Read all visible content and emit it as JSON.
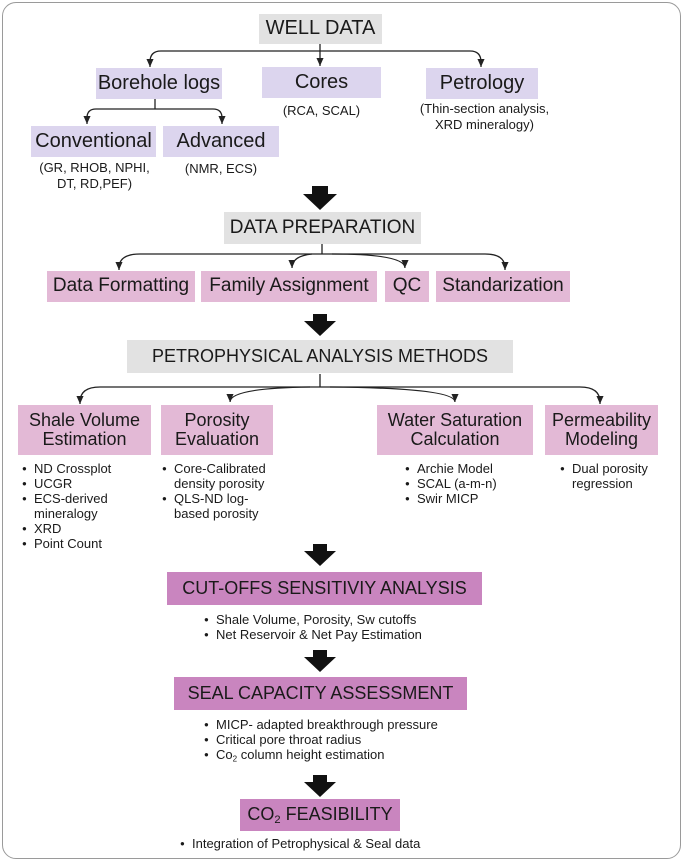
{
  "well_data": {
    "title": "WELL DATA",
    "borehole_logs": "Borehole logs",
    "cores": "Cores",
    "cores_detail": "(RCA, SCAL)",
    "petrology": "Petrology",
    "petrology_detail": [
      "(Thin-section analysis,",
      "XRD mineralogy)"
    ],
    "conventional": "Conventional",
    "conventional_detail": [
      "(GR, RHOB, NPHI,",
      "DT, RD,PEF)"
    ],
    "advanced": "Advanced",
    "advanced_detail": "(NMR, ECS)"
  },
  "data_preparation": {
    "title": "DATA PREPARATION",
    "steps": [
      "Data Formatting",
      "Family Assignment",
      "QC",
      "Standarization"
    ]
  },
  "petrophysical": {
    "title": "PETROPHYSICAL ANALYSIS METHODS",
    "methods": [
      {
        "label": [
          "Shale Volume",
          "Estimation"
        ],
        "items": [
          "ND Crossplot",
          "UCGR",
          "ECS-derived mineralogy",
          "XRD",
          "Point Count"
        ]
      },
      {
        "label": [
          "Porosity",
          "Evaluation"
        ],
        "items": [
          "Core-Calibrated density porosity",
          "QLS-ND log-based porosity"
        ]
      },
      {
        "label": [
          "Water Saturation",
          "Calculation"
        ],
        "items": [
          "Archie Model",
          "SCAL (a-m-n)",
          "Swir MICP"
        ]
      },
      {
        "label": [
          "Permeability",
          "Modeling"
        ],
        "items": [
          "Dual porosity regression"
        ]
      }
    ]
  },
  "cutoffs": {
    "title": "CUT-OFFS SENSITIVIY ANALYSIS",
    "items": [
      "Shale Volume, Porosity, Sw cutoffs",
      "Net Reservoir & Net Pay Estimation"
    ]
  },
  "seal": {
    "title": "SEAL CAPACITY ASSESSMENT",
    "items": [
      "MICP- adapted breakthrough pressure",
      "Critical pore throat radius"
    ],
    "item3_prefix": "Co",
    "item3_sub": "2",
    "item3_suffix": " column height estimation"
  },
  "co2": {
    "title_prefix": "CO",
    "title_sub": "2",
    "title_suffix": " FEASIBILITY",
    "items": [
      "Integration of Petrophysical & Seal data"
    ]
  },
  "colors": {
    "gray": "#e2e2e2",
    "lavender": "#dcd5ee",
    "pink": "#e3b9d6",
    "magenta": "#c985bf",
    "arrow": "#111111"
  }
}
